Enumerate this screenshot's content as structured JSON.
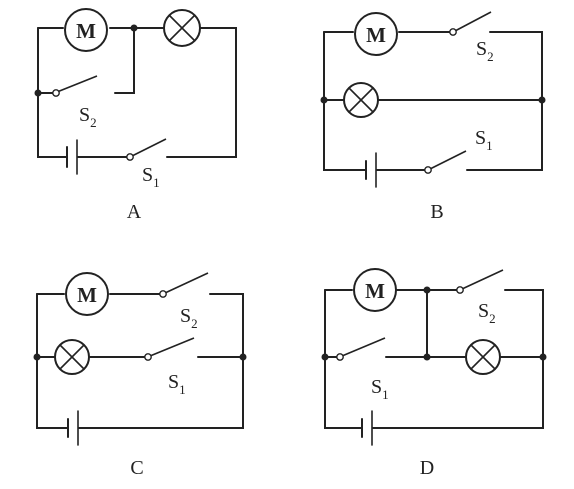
{
  "labels": {
    "motor": "M",
    "switch_s": "S",
    "sub_1": "1",
    "sub_2": "2"
  },
  "panels": [
    {
      "id": "A",
      "caption": "A"
    },
    {
      "id": "B",
      "caption": "B"
    },
    {
      "id": "C",
      "caption": "C"
    },
    {
      "id": "D",
      "caption": "D"
    }
  ]
}
